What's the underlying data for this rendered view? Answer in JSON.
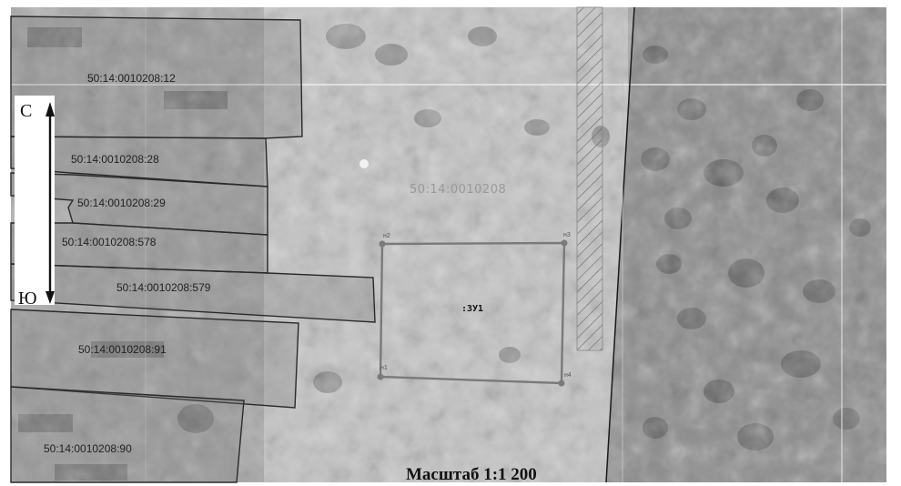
{
  "compass": {
    "north": "С",
    "south": "Ю"
  },
  "block": {
    "label": "50:14:0010208"
  },
  "parcels": [
    {
      "id": "50:14:0010208:12"
    },
    {
      "id": "50:14:0010208:28"
    },
    {
      "id": "50:14:0010208:29"
    },
    {
      "id": "50:14:0010208:578"
    },
    {
      "id": "50:14:0010208:579"
    },
    {
      "id": "50:14:0010208:91"
    },
    {
      "id": "50:14:0010208:90"
    }
  ],
  "new_plot": {
    "label": ":ЗУ1",
    "points": [
      "н1",
      "н2",
      "н3",
      "н4"
    ]
  },
  "scale": {
    "text": "Масштаб 1:1 200"
  },
  "colors": {
    "parcel_border": "#2a2a2a",
    "new_plot_border": "#7a7a7a",
    "block_label": "#999999"
  }
}
